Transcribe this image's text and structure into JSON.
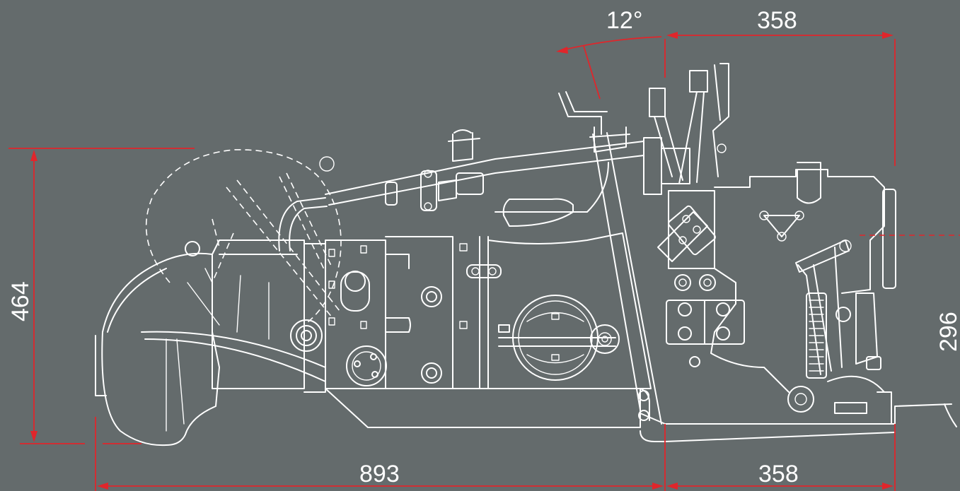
{
  "dimensions": {
    "angle": "12°",
    "top_length": "358",
    "bottom_left_length": "893",
    "bottom_right_length": "358",
    "left_height": "464",
    "right_height": "296"
  },
  "colors": {
    "background": "#646b6c",
    "line_work": "#ffffff",
    "dimension_lines": "#e0262b"
  }
}
